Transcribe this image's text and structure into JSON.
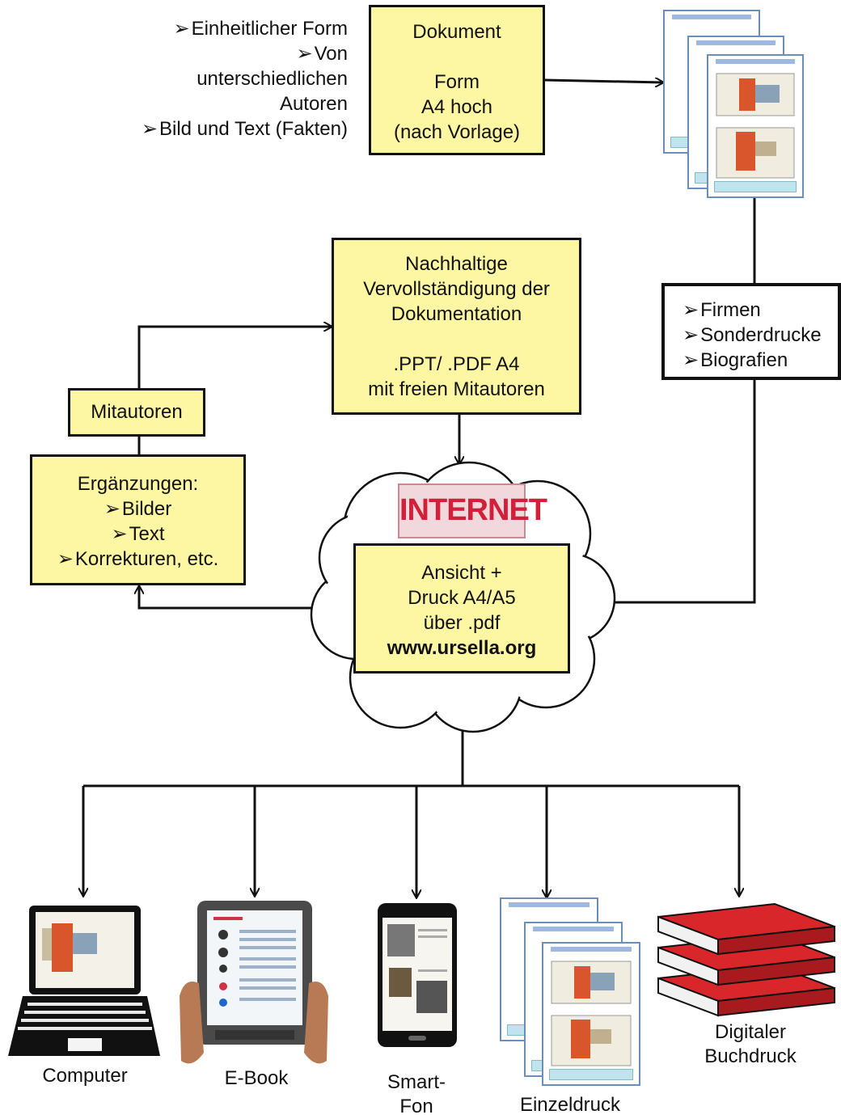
{
  "top_notes": [
    "Einheitlicher Form",
    "Von",
    "unterschiedlichen",
    "Autoren",
    "Bild und Text (Fakten)"
  ],
  "dokument_box": [
    "Dokument",
    "",
    "Form",
    "A4 hoch",
    "(nach Vorlage)"
  ],
  "nachhaltige_box": [
    "Nachhaltige",
    "Vervollständigung  der",
    "Dokumentation",
    "",
    ".PPT/ .PDF  A4",
    "mit freien Mitautoren"
  ],
  "firmen_box": [
    "Firmen",
    "Sonderdrucke",
    "Biografien"
  ],
  "mitautoren_label": "Mitautoren",
  "ergaenzungen_box": {
    "title": "Ergänzungen:",
    "items": [
      "Bilder",
      "Text",
      "Korrekturen,  etc."
    ]
  },
  "internet_label": "INTERNET",
  "ansicht_box": [
    "Ansicht +",
    "Druck A4/A5",
    "über .pdf",
    "www.ursella.org"
  ],
  "outputs": {
    "computer": "Computer",
    "ebook": "E-Book",
    "smartfon": [
      "Smart-",
      "Fon"
    ],
    "einzeldruck": "Einzeldruck",
    "digital": [
      "Digitaler",
      "Buchdruck"
    ]
  },
  "colors": {
    "box_fill": "#fdf6a3",
    "internet_text": "#d0203a",
    "internet_fill": "#f0d8dc",
    "book_red": "#d8262b"
  }
}
